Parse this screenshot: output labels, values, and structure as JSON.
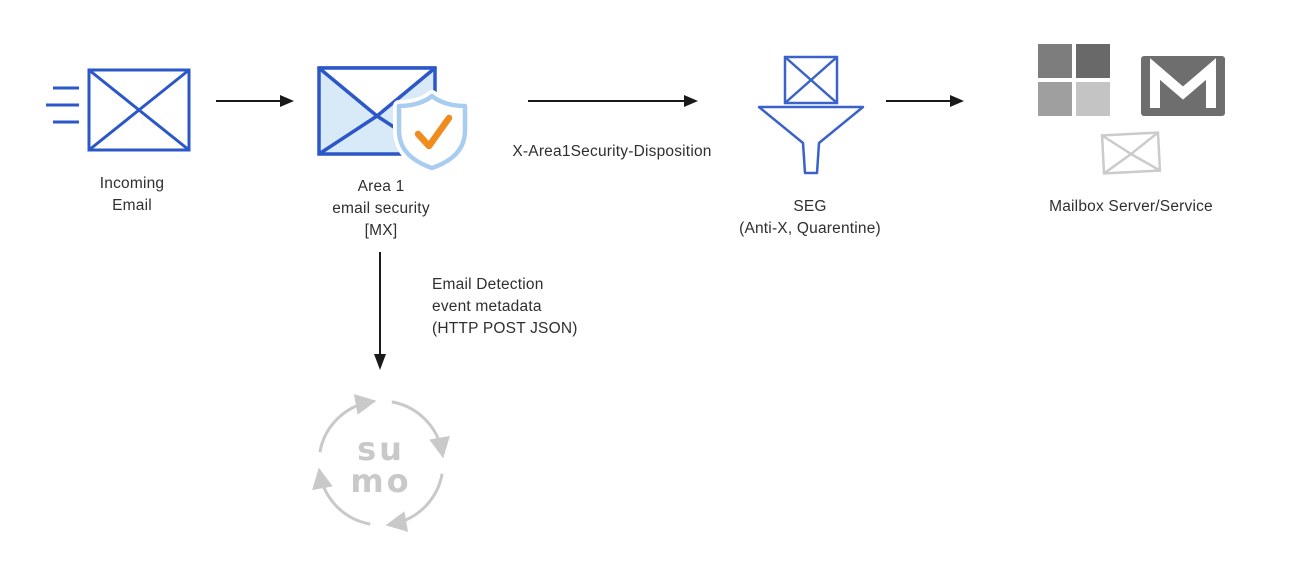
{
  "nodes": {
    "incoming_email": {
      "label": [
        "Incoming",
        "Email"
      ]
    },
    "area1": {
      "label": [
        "Area 1",
        "email security",
        "[MX]"
      ]
    },
    "seg": {
      "label": [
        "SEG",
        "(Anti-X, Quarentine)"
      ]
    },
    "mailbox": {
      "label": "Mailbox Server/Service"
    },
    "sumo_logic": {
      "logo_text": [
        "su",
        "mo"
      ]
    }
  },
  "edges": {
    "area1_to_seg": {
      "label": "X-Area1Security-Disposition"
    },
    "area1_to_sumo": {
      "label": [
        "Email Detection",
        "event metadata",
        "(HTTP POST JSON)"
      ]
    }
  },
  "colors": {
    "node_blue": "#2b57c8",
    "node_blue_light": "#d8e9f8",
    "shield_blue": "#a9cdf1",
    "check_orange": "#f08c1e",
    "arrow_black": "#1a1a1a",
    "sumo_gray": "#c9c9c9",
    "microsoft_grays": [
      "#7d7d7d",
      "#696969",
      "#9f9f9f",
      "#c4c4c4"
    ],
    "gmail_gray": "#6e6e6e",
    "text": "#2f2f2f"
  }
}
